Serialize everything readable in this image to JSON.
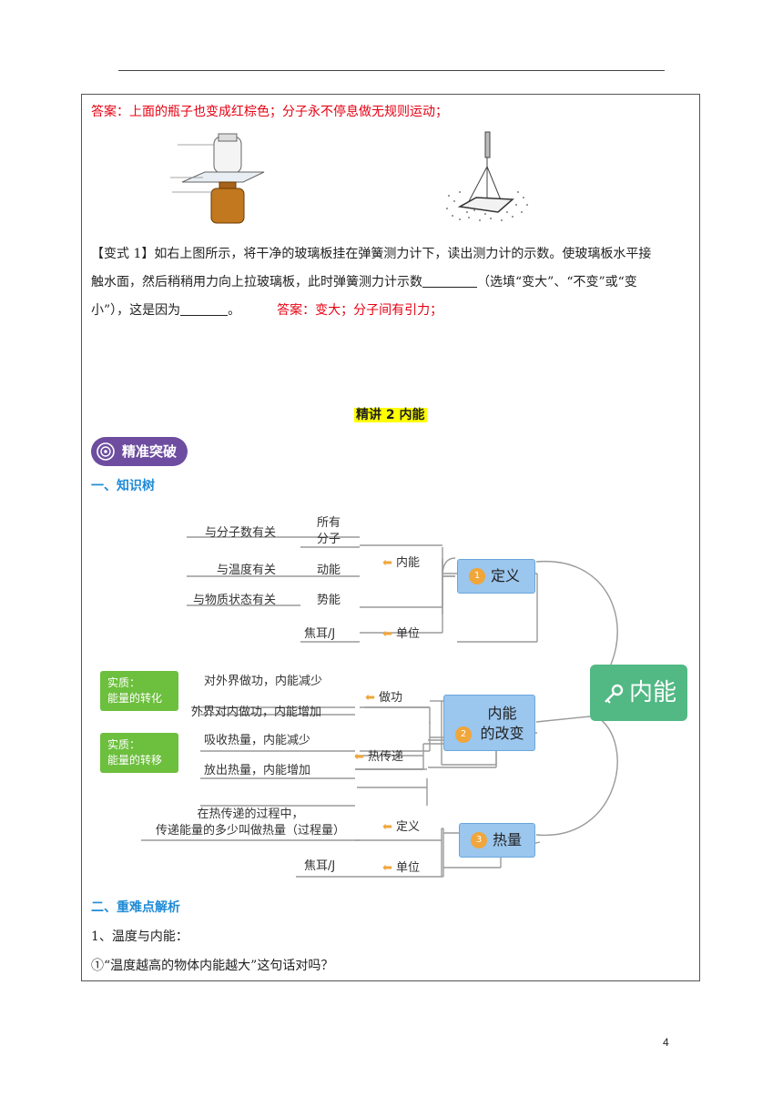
{
  "answer1": "答案：上面的瓶子也变成红棕色；分子永不停息做无规则运动；",
  "variant": {
    "tag": "【变式 1】",
    "line1": "如右上图所示，将干净的玻璃板挂在弹簧测力计下，读出测力计的示数。使玻璃板水平接",
    "line2_a": "触水面，然后稍稍用力向上拉玻璃板，此时弹簧测力计示数",
    "line2_b": "（选填“变大”、“不变”或“变",
    "line3_a": "小”），这是因为",
    "line3_b": "。",
    "answer": "答案：变大；分子间有引力；"
  },
  "section_title": "精讲 2  内能",
  "badge": "精准突破",
  "heading1": "一、知识树",
  "mindmap": {
    "root": "内能",
    "branch1": {
      "num": "1",
      "label": "定义"
    },
    "branch2": {
      "num": "2",
      "label_line1": "内能",
      "label_line2": "的改变"
    },
    "branch3": {
      "num": "3",
      "label": "热量"
    },
    "b1_neineng": "内能",
    "b1_danwei": "单位",
    "b1_suoyou1": "所有",
    "b1_suoyou2": "分子",
    "b1_dongneng": "动能",
    "b1_shineng": "势能",
    "b1_fenzishu": "与分子数有关",
    "b1_wendu": "与温度有关",
    "b1_zhuangtai": "与物质状态有关",
    "b1_unit": "焦耳/J",
    "b2_zuogong": "做功",
    "b2_rechuandi": "热传递",
    "b2_w1": "对外界做功，内能减少",
    "b2_w2": "外界对内做功，内能增加",
    "b2_h1": "吸收热量，内能减少",
    "b2_h2": "放出热量，内能增加",
    "b2_note1_a": "实质：",
    "b2_note1_b": "能量的转化",
    "b2_note2_a": "实质：",
    "b2_note2_b": "能量的转移",
    "b3_dingyi": "定义",
    "b3_danwei": "单位",
    "b3_def1": "在热传递的过程中，",
    "b3_def2": "传递能量的多少叫做热量（过程量）",
    "b3_unit": "焦耳/J"
  },
  "heading2": "二、重难点解析",
  "item1": "1、温度与内能：",
  "item2": "①“温度越高的物体内能越大”这句话对吗？",
  "page_number": "4",
  "colors": {
    "answer_red": "#e60012",
    "heading_blue": "#1f8bd6",
    "root_green": "#52b884",
    "branch_blue": "#9bc6ee",
    "note_green": "#6dbf3e",
    "arrow_orange": "#f0a63a",
    "badge_purple": "#6e4da0"
  }
}
